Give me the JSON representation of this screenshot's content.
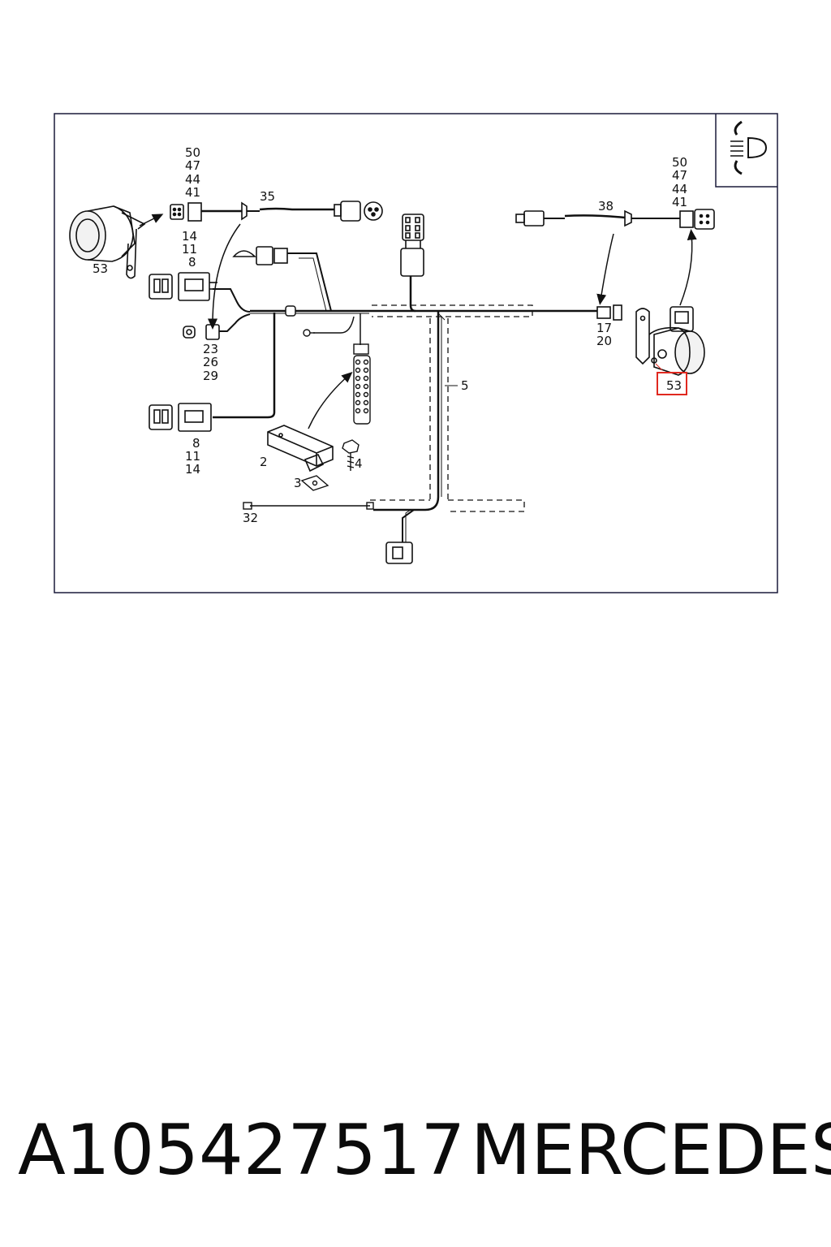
{
  "diagram": {
    "labels": {
      "l50a": "50",
      "l47a": "47",
      "l44a": "44",
      "l41a": "41",
      "l35": "35",
      "l53a": "53",
      "l14a": "14",
      "l11a": "11",
      "l8a": "8",
      "l23": "23",
      "l26": "26",
      "l29": "29",
      "l8b": "8",
      "l11b": "11",
      "l14b": "14",
      "l2": "2",
      "l3": "3",
      "l4": "4",
      "l5": "5",
      "l32": "32",
      "l38": "38",
      "l50b": "50",
      "l47b": "47",
      "l44b": "44",
      "l41b": "41",
      "l17": "17",
      "l20": "20",
      "l53b": "53"
    },
    "highlight_color": "#e0281f",
    "line_color": "#111111",
    "frame_color": "#1a1a3a",
    "icon": "headlamp-leveling-icon"
  },
  "footer": {
    "part_number": "A105427517",
    "brand": "MERCEDES"
  }
}
